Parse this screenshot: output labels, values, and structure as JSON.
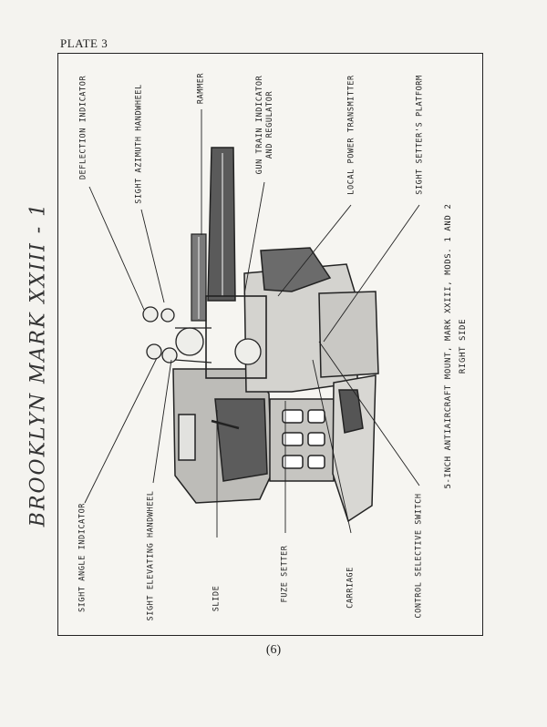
{
  "plate": "PLATE 3",
  "handwritten_note": "BROOKLYN   MARK XXIII - 1",
  "caption": {
    "line1": "5-INCH ANTIAIRCRAFT MOUNT, MARK XXIII, MODS. 1 AND 2",
    "line2": "RIGHT SIDE"
  },
  "labels_top": {
    "deflection_indicator": "DEFLECTION INDICATOR",
    "sight_azimuth_handwheel": "SIGHT AZIMUTH HANDWHEEL",
    "rammer": "RAMMER",
    "gun_train_indicator_1": "GUN TRAIN INDICATOR",
    "gun_train_indicator_2": "AND REGULATOR",
    "local_power_transmitter": "LOCAL POWER TRANSMITTER",
    "sight_setters_platform": "SIGHT SETTER'S PLATFORM"
  },
  "labels_bottom": {
    "sight_angle_indicator": "SIGHT ANGLE INDICATOR",
    "sight_elevating_handwheel": "SIGHT ELEVATING HANDWHEEL",
    "slide": "SLIDE",
    "fuze_setter": "FUZE SETTER",
    "carriage": "CARRIAGE",
    "control_selective_switch": "CONTROL SELECTIVE SWITCH"
  },
  "page_number": "(6)"
}
